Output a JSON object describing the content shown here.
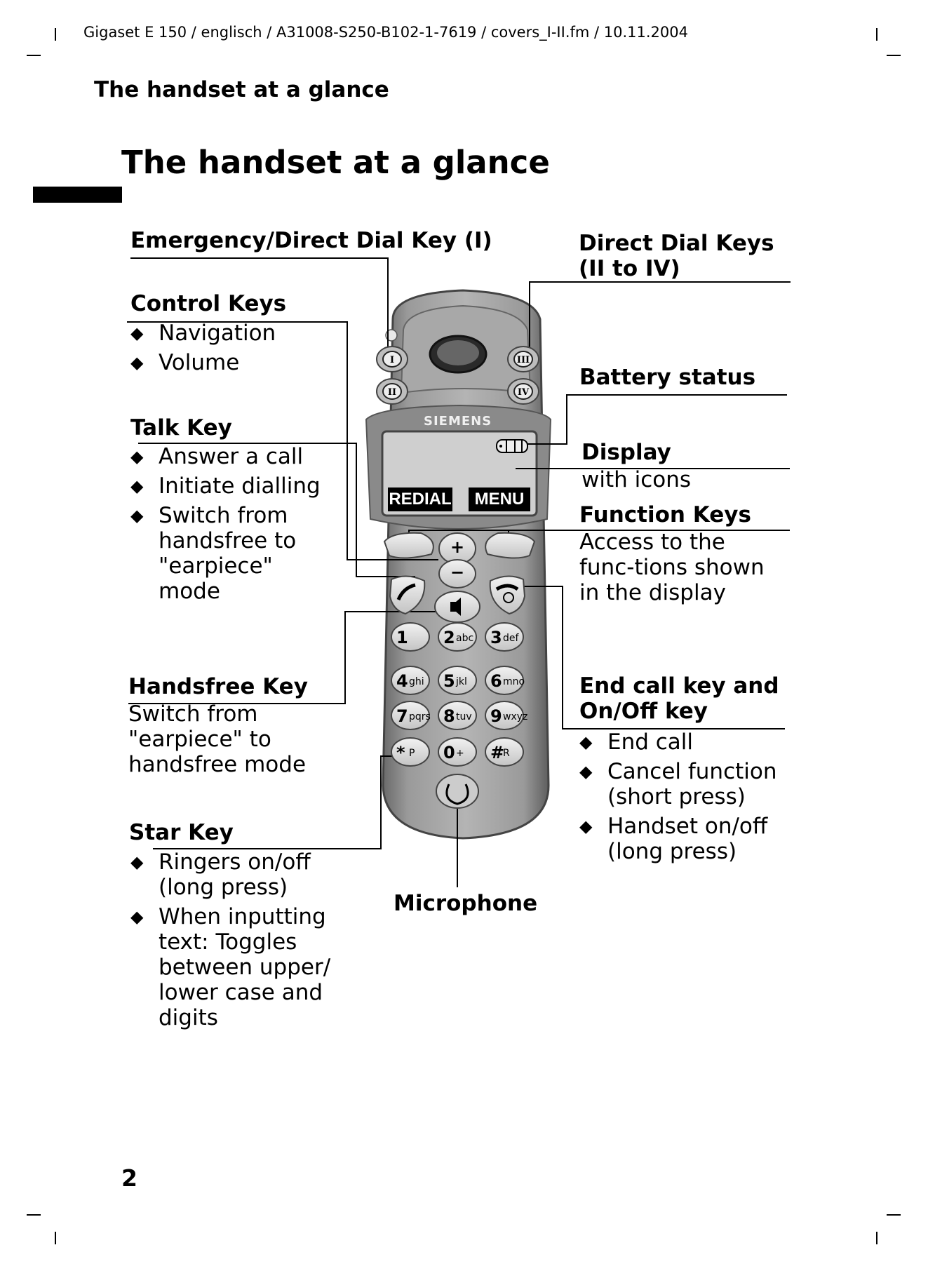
{
  "header": {
    "text": "Gigaset E 150 / englisch / A31008-S250-B102-1-7619 / covers_I-II.fm / 10.11.2004"
  },
  "running_head": "The handset at a glance",
  "page_title": "The handset at a glance",
  "left": {
    "emergency": {
      "label": "Emergency/Direct Dial Key (I)"
    },
    "control_keys": {
      "label": "Control Keys",
      "items": [
        "Navigation",
        "Volume"
      ]
    },
    "talk_key": {
      "label": "Talk Key",
      "items": [
        "Answer a call",
        "Initiate dialling",
        "Switch from handsfree to \"earpiece\" mode"
      ]
    },
    "handsfree_key": {
      "label": "Handsfree Key",
      "text": "Switch from \"earpiece\" to handsfree mode"
    },
    "star_key": {
      "label": "Star Key",
      "items": [
        "Ringers on/off (long press)",
        "When inputting text: Toggles between upper/ lower case and digits"
      ]
    }
  },
  "right": {
    "direct_dial": {
      "label": "Direct Dial Keys (II to IV)"
    },
    "battery": {
      "label": "Battery status"
    },
    "display": {
      "label": "Display",
      "text": "with icons"
    },
    "function_keys": {
      "label": "Function Keys",
      "text": "Access to the func-tions shown in the display"
    },
    "end_call": {
      "label": "End call key and On/Off key",
      "items": [
        "End call",
        "Cancel function (short press)",
        "Handset on/off (long press)"
      ]
    }
  },
  "microphone": {
    "label": "Microphone"
  },
  "phone": {
    "brand": "SIEMENS",
    "softkeys": [
      "REDIAL",
      "MENU"
    ],
    "direct_keys": [
      "I",
      "III",
      "II",
      "IV"
    ],
    "plus": "+",
    "minus": "−",
    "keypad": [
      [
        "1",
        ""
      ],
      [
        "2",
        "abc"
      ],
      [
        "3",
        "def"
      ],
      [
        "4",
        "ghi"
      ],
      [
        "5",
        "jkl"
      ],
      [
        "6",
        "mno"
      ],
      [
        "7",
        "pqrs"
      ],
      [
        "8",
        "tuv"
      ],
      [
        "9",
        "wxyz"
      ],
      [
        "*",
        "P"
      ],
      [
        "0",
        "+"
      ],
      [
        "#",
        "R"
      ]
    ]
  },
  "page_number": "2",
  "bullet_glyph": "◆"
}
